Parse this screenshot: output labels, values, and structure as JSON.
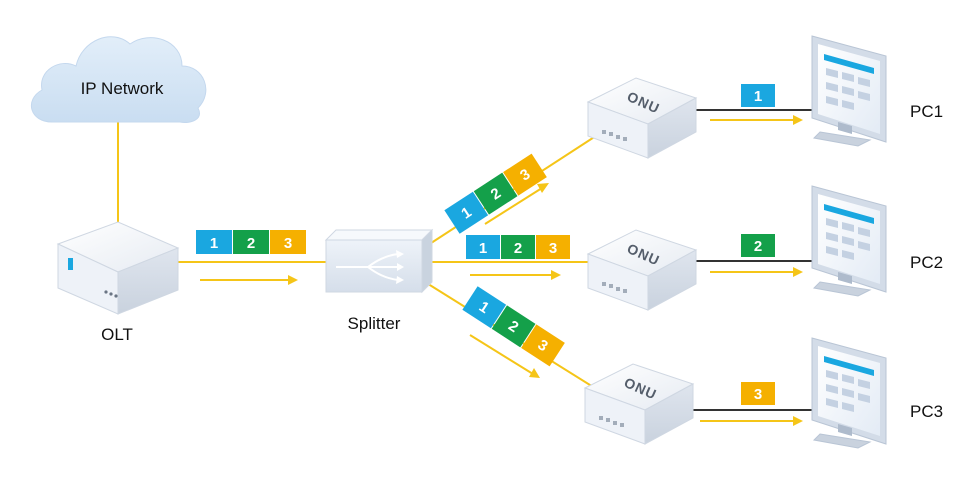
{
  "colors": {
    "fiber": "#f5c518",
    "packet_1": "#1aa7e0",
    "packet_2": "#14a04a",
    "packet_3": "#f5b000",
    "cable": "#333333",
    "device_face": "#e6ebf3",
    "cloud": "#d6e6f5"
  },
  "nodes": {
    "cloud": {
      "label": "IP Network",
      "icon": "cloud-icon"
    },
    "olt": {
      "label": "OLT",
      "icon": "olt-device-icon"
    },
    "splitter": {
      "label": "Splitter",
      "icon": "splitter-icon"
    },
    "onu1": {
      "label": "ONU",
      "icon": "onu-device-icon"
    },
    "onu2": {
      "label": "ONU",
      "icon": "onu-device-icon"
    },
    "onu3": {
      "label": "ONU",
      "icon": "onu-device-icon"
    },
    "pc1": {
      "label": "PC1",
      "icon": "monitor-icon"
    },
    "pc2": {
      "label": "PC2",
      "icon": "monitor-icon"
    },
    "pc3": {
      "label": "PC3",
      "icon": "monitor-icon"
    }
  },
  "packets": {
    "olt_to_splitter": [
      "1",
      "2",
      "3"
    ],
    "splitter_to_onu1": [
      "1",
      "2",
      "3"
    ],
    "splitter_to_onu2": [
      "1",
      "2",
      "3"
    ],
    "splitter_to_onu3": [
      "1",
      "2",
      "3"
    ],
    "onu1_to_pc1": "1",
    "onu2_to_pc2": "2",
    "onu3_to_pc3": "3"
  }
}
